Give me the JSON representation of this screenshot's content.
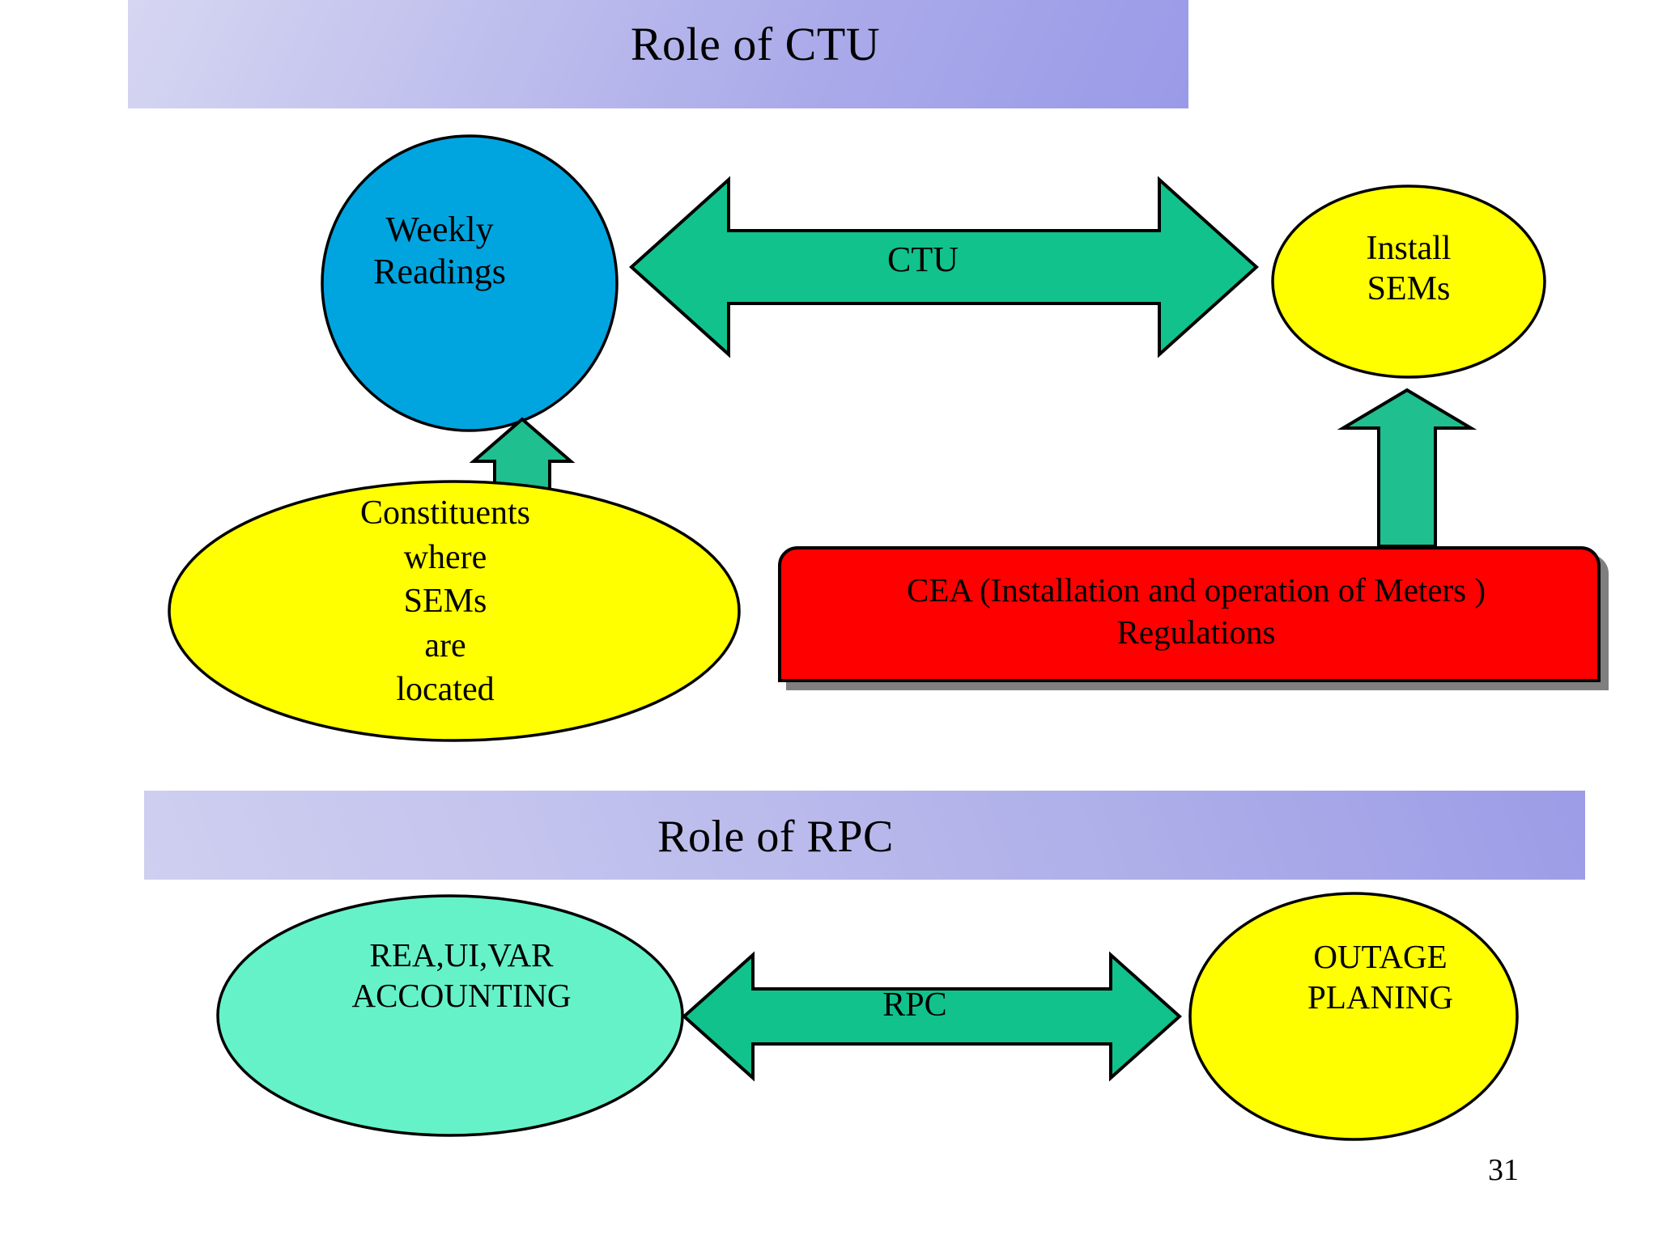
{
  "slide": {
    "page_number": "31",
    "background_color": "#ffffff"
  },
  "sections": {
    "ctu": {
      "banner_title": "Role of CTU",
      "banner_gradient_from": "#d6d6f2",
      "banner_gradient_to": "#9a9ae8"
    },
    "rpc": {
      "banner_title": "Role of RPC",
      "banner_gradient_from": "#cfcff0",
      "banner_gradient_to": "#9c9ce7"
    }
  },
  "nodes": {
    "weekly_readings": {
      "label": "Weekly\nReadings",
      "shape": "ellipse",
      "fill": "#00a5e0",
      "stroke": "#000000"
    },
    "install_sems": {
      "label": "Install\nSEMs",
      "shape": "ellipse",
      "fill": "#ffff00",
      "stroke": "#000000"
    },
    "constituents": {
      "label": "Constituents\nwhere\nSEMs\nare\nlocated",
      "shape": "ellipse",
      "fill": "#ffff00",
      "stroke": "#000000"
    },
    "cea_regulations": {
      "label": "CEA (Installation and operation of Meters )\nRegulations",
      "shape": "rounded-rectangle",
      "fill": "#ff0000",
      "stroke": "#000000"
    },
    "rea_ui_var_accounting": {
      "label": "REA,UI,VAR\nACCOUNTING",
      "shape": "ellipse",
      "fill": "#66f2c8",
      "stroke": "#000000"
    },
    "outage_planing": {
      "label": "OUTAGE\nPLANING",
      "shape": "ellipse",
      "fill": "#ffff00",
      "stroke": "#000000"
    }
  },
  "connectors": {
    "ctu_arrow": {
      "label": "CTU",
      "kind": "double-headed-horizontal-arrow",
      "fill": "#11c28c",
      "stroke": "#000000"
    },
    "rpc_arrow": {
      "label": "RPC",
      "kind": "double-headed-horizontal-arrow",
      "fill": "#11c28c",
      "stroke": "#000000"
    },
    "constituents_to_weekly": {
      "label": "",
      "kind": "up-arrow",
      "fill": "#1fbf8f",
      "stroke": "#000000"
    },
    "cea_to_install": {
      "label": "",
      "kind": "up-arrow",
      "fill": "#1fbf8f",
      "stroke": "#000000"
    }
  }
}
